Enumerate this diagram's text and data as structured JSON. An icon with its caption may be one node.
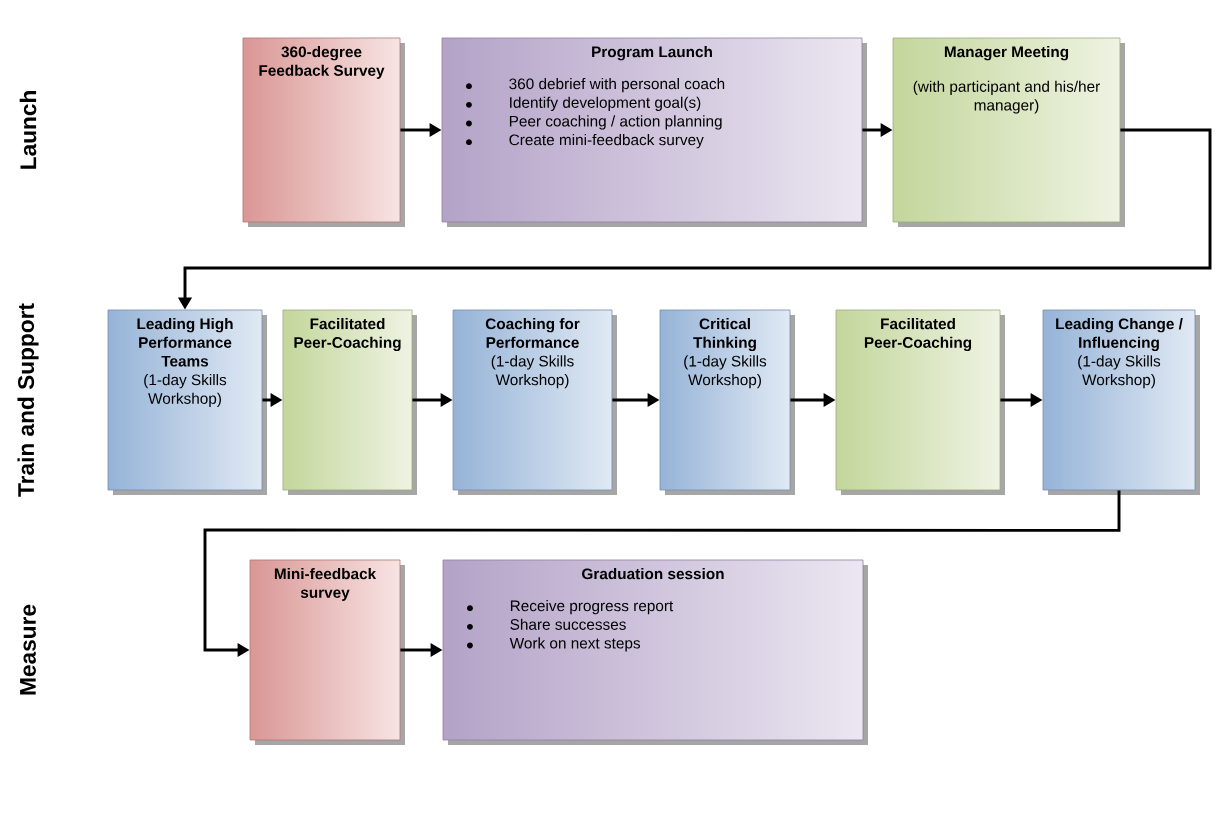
{
  "diagram": {
    "nodes": [
      {
        "text": [
          "360-degree Feedback Survey"
        ]
      },
      {
        "text": [
          "Program Launch",
          "360 debrief with personal coach",
          "Identify development goal(s)",
          "Peer coaching / action planning",
          "Create mini-feedback survey"
        ]
      },
      {
        "text": [
          "Manager Meeting",
          "(with participant and his/her manager)"
        ]
      },
      {
        "text": [
          "Leading High Performance Teams",
          "(1-day Skills Workshop)"
        ]
      },
      {
        "text": [
          "Facilitated Peer-Coaching"
        ]
      },
      {
        "text": [
          "Coaching for Performance",
          "(1-day Skills Workshop)"
        ]
      },
      {
        "text": [
          "Critical Thinking",
          "(1-day Skills Workshop)"
        ]
      },
      {
        "text": [
          "Facilitated Peer-Coaching"
        ]
      },
      {
        "text": [
          "Leading Change / Influencing",
          "(1-day Skills Workshop)"
        ]
      },
      {
        "text": [
          "Mini-feedback survey"
        ]
      },
      {
        "text": [
          "Graduation session",
          "Receive progress report",
          "Share successes",
          "Work on next steps"
        ]
      }
    ],
    "edges": [
      {
        "from": 0,
        "to": 1,
        "arrow": "to"
      },
      {
        "from": 1,
        "to": 2,
        "arrow": "to"
      },
      {
        "from": 2,
        "to": 3,
        "arrow": "to"
      },
      {
        "from": 3,
        "to": 4,
        "arrow": "to"
      },
      {
        "from": 4,
        "to": 5,
        "arrow": "to"
      },
      {
        "from": 5,
        "to": 6,
        "arrow": "to"
      },
      {
        "from": 6,
        "to": 7,
        "arrow": "to"
      },
      {
        "from": 7,
        "to": 8,
        "arrow": "to"
      },
      {
        "from": 8,
        "to": 9,
        "arrow": "to"
      },
      {
        "from": 9,
        "to": 10,
        "arrow": "to"
      }
    ],
    "labels": [
      "Launch",
      "Train and Support",
      "Measure"
    ]
  }
}
